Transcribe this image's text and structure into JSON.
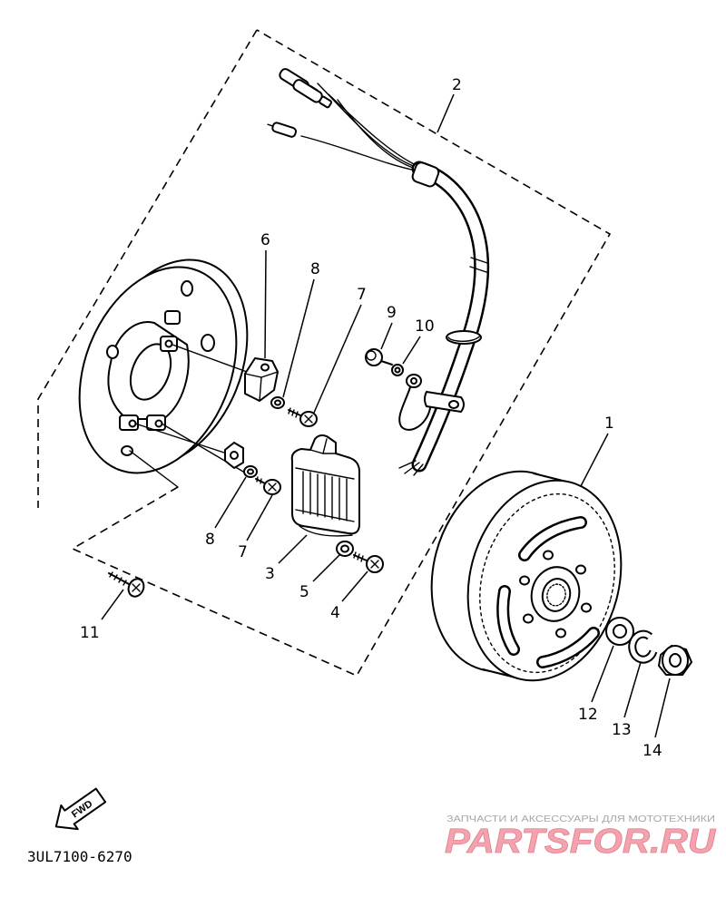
{
  "callouts": {
    "flywheel": "1",
    "wire_harness": "2",
    "source_coil": "3",
    "coil_screw": "4",
    "coil_washer": "5",
    "pickup_coil": "6",
    "screw_upper": "7",
    "screw_lower": "7",
    "washer_upper": "8",
    "washer_lower": "8",
    "ground_screw": "9",
    "ground_washer": "10",
    "plate_screw": "11",
    "plain_washer": "12",
    "spring_washer": "13",
    "nut": "14"
  },
  "fwd_label": "FWD",
  "diagram_code": "3UL7100-6270",
  "watermark": {
    "tagline": "ЗАПЧАСТИ И АКСЕССУАРЫ ДЛЯ МОТОТЕХНИКИ",
    "brand": "PARTSFOR.RU"
  },
  "colors": {
    "line": "#000000",
    "background": "#ffffff",
    "watermark_brand": "#f2a3ae",
    "watermark_text": "#a8a8a8"
  }
}
